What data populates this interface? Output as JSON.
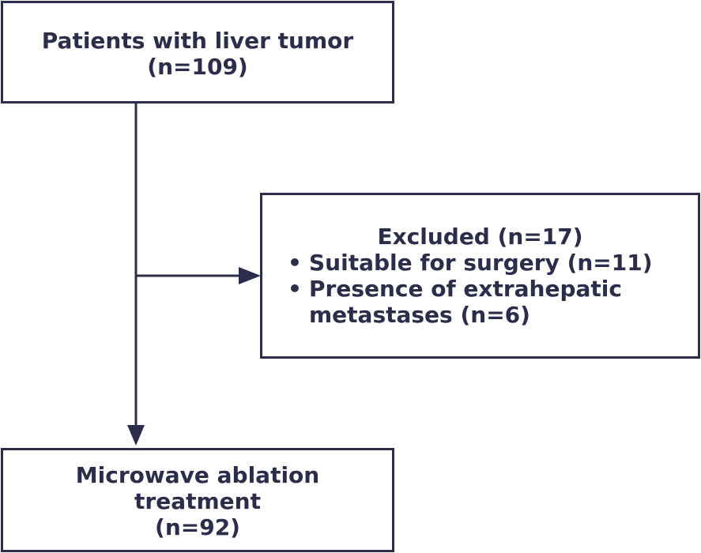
{
  "flowchart": {
    "top_box": {
      "line1": "Patients with liver tumor",
      "line2": "(n=109)"
    },
    "excluded_box": {
      "title": "Excluded (n=17)",
      "items": [
        "Suitable for surgery (n=11)",
        "Presence of extrahepatic metastases (n=6)"
      ],
      "item2_line1": "Presence of extrahepatic",
      "item2_line2": "metastases (n=6)",
      "bullet": "•"
    },
    "bottom_box": {
      "line1": "Microwave ablation",
      "line2": "treatment",
      "line3": "(n=92)"
    },
    "colors": {
      "line": "#2b2d4a",
      "text": "#2b2d4a",
      "background": "#ffffff"
    }
  }
}
